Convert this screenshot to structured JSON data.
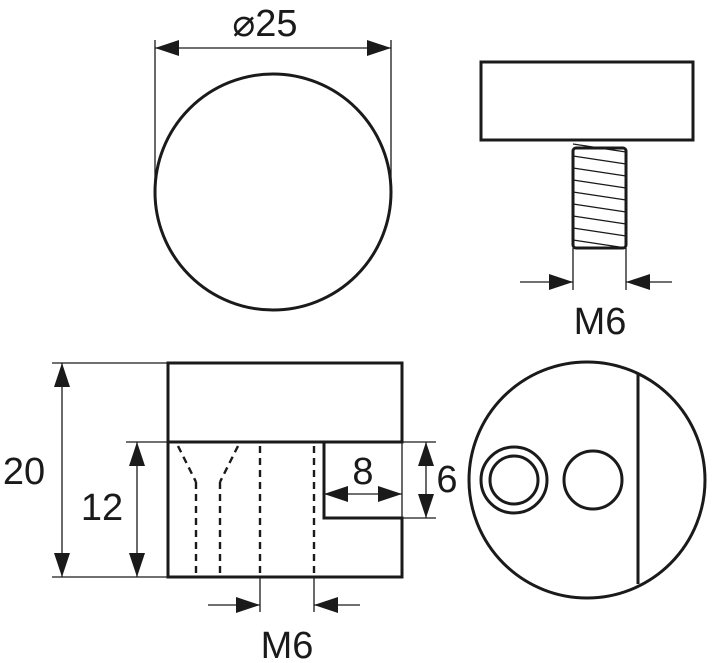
{
  "dimensions": {
    "diameter": "⌀25",
    "thread_side": "M6",
    "height_total": "20",
    "height_part": "12",
    "slot_depth": "8",
    "slot_height": "6",
    "thread_front": "M6"
  }
}
